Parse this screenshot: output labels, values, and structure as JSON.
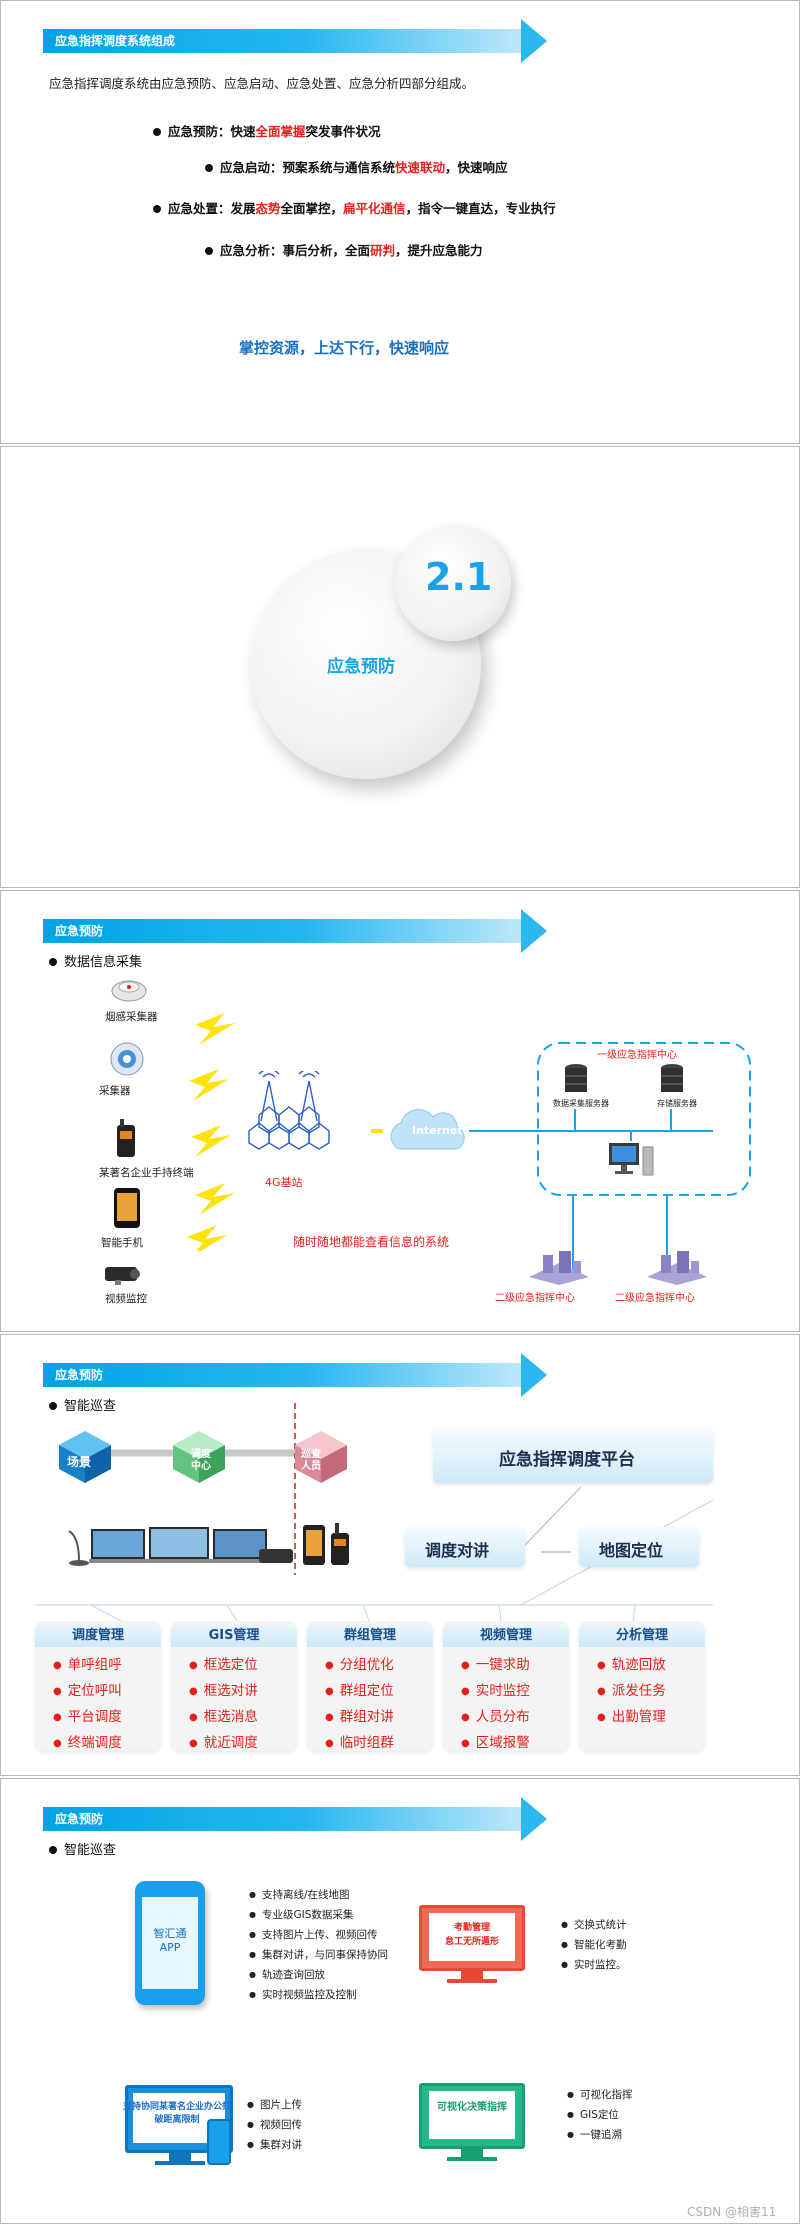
{
  "slide1": {
    "banner": "应急指挥调度系统组成",
    "intro": "应急指挥调度系统由应急预防、应急启动、应急处置、应急分析四部分组成。",
    "items": [
      {
        "pre": "应急预防：快速",
        "red1": "全面掌握",
        "mid": "突发事件状况",
        "red2": "",
        "post": ""
      },
      {
        "pre": "应急启动：预案系统与通信系统",
        "red1": "快速联动",
        "mid": "，快速响应",
        "red2": "",
        "post": ""
      },
      {
        "pre": "应急处置：发展",
        "red1": "态势",
        "mid": "全面掌控，",
        "red2": "扁平化通信",
        "post": "，指令一键直达，专业执行"
      },
      {
        "pre": "应急分析：事后分析，全面",
        "red1": "研判",
        "mid": "，提升应急能力",
        "red2": "",
        "post": ""
      }
    ],
    "slogan": "掌控资源，上达下行，快速响应"
  },
  "slide2": {
    "number": "2.1",
    "title": "应急预防"
  },
  "slide3": {
    "banner": "应急预防",
    "subtitle": "数据信息采集",
    "devices": [
      "烟感采集器",
      "采集器",
      "某著名企业手持终端",
      "智能手机",
      "视频监控"
    ],
    "base_station": "4G基站",
    "internet": "Internet",
    "center1": "一级应急指挥中心",
    "server1": "数据采集服务器",
    "server2": "存储服务器",
    "caption": "随时随地都能查看信息的系统",
    "center2a": "二级应急指挥中心",
    "center2b": "二级应急指挥中心"
  },
  "slide4": {
    "banner": "应急预防",
    "subtitle": "智能巡查",
    "cube1": "场景",
    "cube2": "调度中心",
    "cube3": "巡查人员",
    "platform": "应急指挥调度平台",
    "box_left": "调度对讲",
    "box_right": "地图定位",
    "cards": [
      {
        "title": "调度管理",
        "items": [
          "单呼组呼",
          "定位呼叫",
          "平台调度",
          "终端调度"
        ]
      },
      {
        "title": "GIS管理",
        "items": [
          "框选定位",
          "框选对讲",
          "框选消息",
          "就近调度"
        ]
      },
      {
        "title": "群组管理",
        "items": [
          "分组优化",
          "群组定位",
          "群组对讲",
          "临时组群"
        ]
      },
      {
        "title": "视频管理",
        "items": [
          "一键求助",
          "实时监控",
          "人员分布",
          "区域报警"
        ]
      },
      {
        "title": "分析管理",
        "items": [
          "轨迹回放",
          "派发任务",
          "出勤管理"
        ]
      }
    ]
  },
  "slide5": {
    "banner": "应急预防",
    "subtitle": "智能巡查",
    "phone_app": "智汇通APP",
    "phone_features": [
      "支持离线/在线地图",
      "专业级GIS数据采集",
      "支持图片上传、视频回传",
      "集群对讲，与同事保持协同",
      "轨迹查询回放",
      "实时视频监控及控制"
    ],
    "attendance_title": "考勤管理",
    "attendance_sub": "怠工无所遁形",
    "attendance_features": [
      "交换式统计",
      "智能化考勤",
      "实时监控。"
    ],
    "office_text": "支持协同某著名企业办公打破距离限制",
    "office_features": [
      "图片上传",
      "视频回传",
      "集群对讲"
    ],
    "decision_text": "可视化决策指挥",
    "decision_features": [
      "可视化指挥",
      "GIS定位",
      "一键追溯"
    ]
  },
  "footer": "CSDN @相害11",
  "colors": {
    "accent": "#00a3e6",
    "red": "#e8201b",
    "blue_text": "#1a6fc4",
    "highlight": "#0fa0ea"
  }
}
